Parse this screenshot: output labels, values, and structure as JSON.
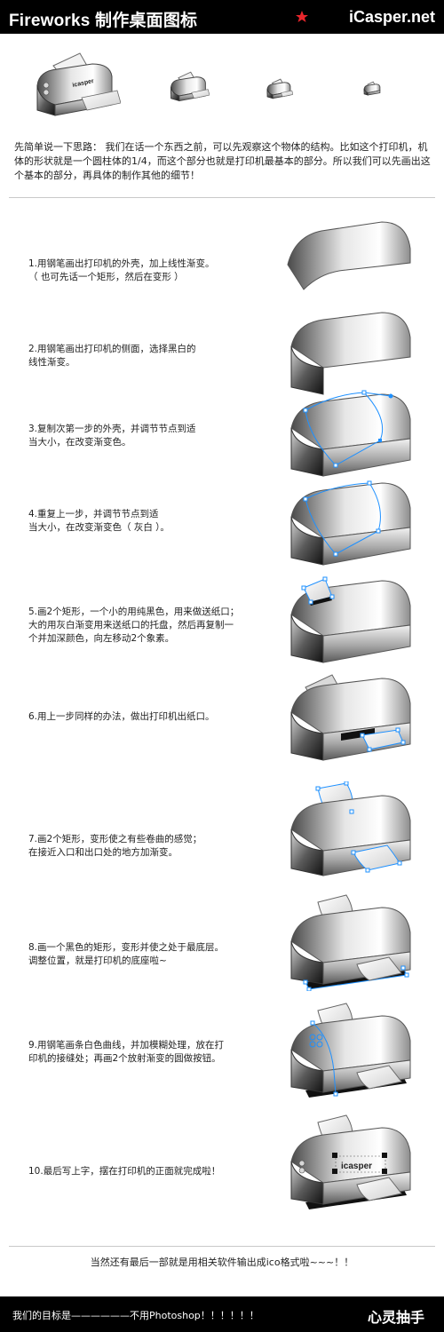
{
  "header": {
    "title": "Fireworks 制作桌面图标",
    "brand": "iCasper.net",
    "brand_logo_icon": "red-star-logo-icon"
  },
  "hero": {
    "icons": [
      "printer-icon-large",
      "printer-icon-medium",
      "printer-icon-small",
      "printer-icon-tiny"
    ],
    "printer_label": "icasper"
  },
  "intro": "先简单说一下思路： 我们在话一个东西之前，可以先观察这个物体的结构。比如这个打印机，机体的形状就是一个圆柱体的1/4，而这个部分也就是打印机最基本的部分。所以我们可以先画出这个基本的部分，再具体的制作其他的细节！",
  "steps": [
    {
      "text": "1.用钢笔画出打印机的外壳，加上线性渐变。\n（ 也可先话一个矩形，然后在变形 ）"
    },
    {
      "text": "2.用钢笔画出打印机的侧面，选择黑白的\n线性渐变。"
    },
    {
      "text": "3.复制次第一步的外壳，并调节节点到适\n当大小，在改变渐变色。"
    },
    {
      "text": "4.重复上一步，并调节节点到适\n当大小，在改变渐变色（ 灰白 ）。"
    },
    {
      "text": "5.画2个矩形，一个小的用纯黑色，用来做送纸口；\n大的用灰白渐变用来送纸口的托盘，然后再复制一\n个并加深颜色，向左移动2个象素。"
    },
    {
      "text": "6.用上一步同样的办法，做出打印机出纸口。"
    },
    {
      "text": "7.画2个矩形，变形使之有些卷曲的感觉；\n在接近入口和出口处的地方加渐变。"
    },
    {
      "text": "8.画一个黑色的矩形，变形并使之处于最底层。\n调整位置，就是打印机的底座啦~"
    },
    {
      "text": "9.用钢笔画条白色曲线，并加模糊处理，放在打\n印机的接缝处；再画2个放射渐变的圆做按钮。"
    },
    {
      "text": "10.最后写上字，摆在打印机的正面就完成啦！"
    }
  ],
  "footer_note": "当然还有最后一部就是用相关软件输出成ico格式啦~~~！！",
  "footer": {
    "goal": "我们的目标是——————不用Photoshop！！！！！！",
    "sign": "心灵抽手"
  },
  "colors": {
    "header_bg": "#000000",
    "selection": "#1e90ff",
    "logo_red": "#e8262c"
  }
}
